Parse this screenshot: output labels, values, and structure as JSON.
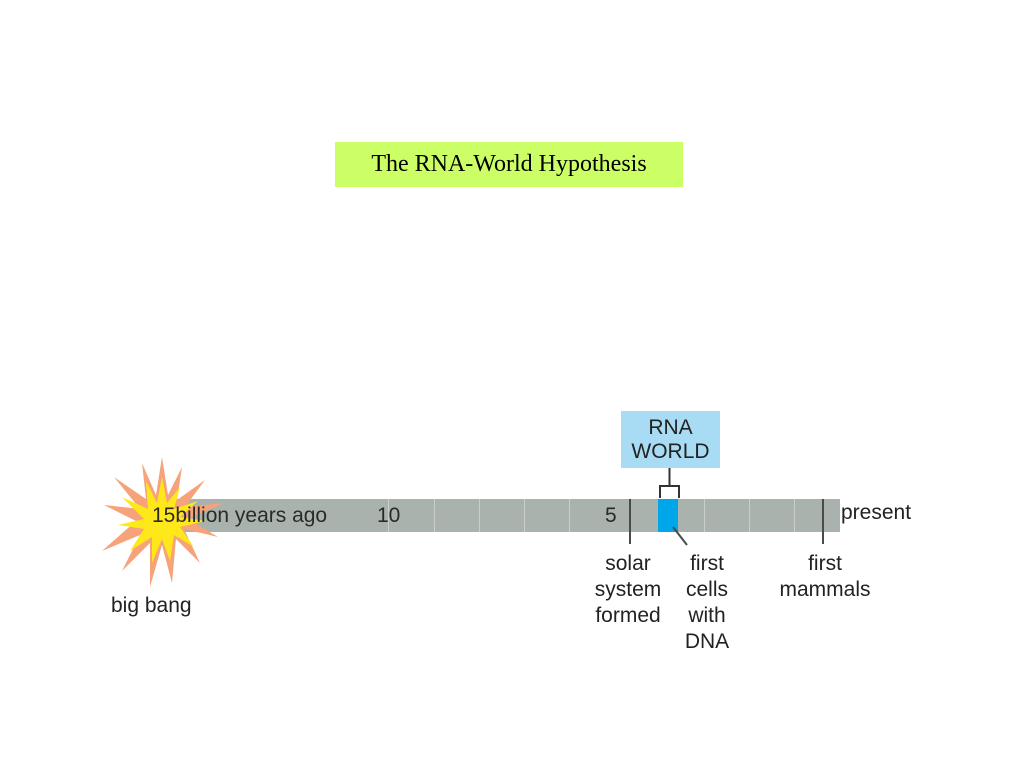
{
  "title": "The RNA-World Hypothesis",
  "timeline": {
    "start_label": "15billion years ago",
    "mark_10": "10",
    "mark_5": "5",
    "end_label": "present"
  },
  "rna_world": {
    "line1": "RNA",
    "line2": "WORLD"
  },
  "events": {
    "big_bang": "big bang",
    "solar_system": [
      "solar",
      "system",
      "formed"
    ],
    "first_cells": [
      "first",
      "cells",
      "with",
      "DNA"
    ],
    "first_mammals": [
      "first",
      "mammals"
    ]
  },
  "colors": {
    "title_bg": "#ccff66",
    "timeline_bar": "#aab2ae",
    "rna_band": "#00a6ea",
    "rna_box": "#a8dcf4",
    "burst_outer": "#f6a27a",
    "burst_inner": "#ffe81a"
  }
}
